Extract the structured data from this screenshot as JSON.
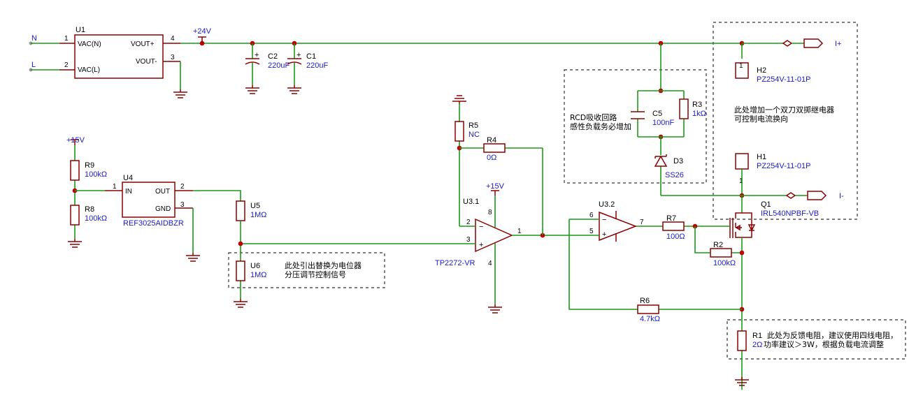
{
  "components": {
    "U1": {
      "ref": "U1",
      "pin_vacn": "VAC(N)",
      "pin_vacl": "VAC(L)",
      "pin_voutp": "VOUT+",
      "pin_voutm": "VOUT-",
      "n1": "1",
      "n2": "2",
      "n4": "4",
      "n3": "3"
    },
    "U4": {
      "ref": "U4",
      "value": "REF3025AIDBZR",
      "pin_in": "IN",
      "pin_out": "OUT",
      "pin_gnd": "GND",
      "n1": "1",
      "n2": "2",
      "n3": "3"
    },
    "C2": {
      "ref": "C2",
      "value": "220uF"
    },
    "C1": {
      "ref": "C1",
      "value": "220uF"
    },
    "R9": {
      "ref": "R9",
      "value": "100kΩ"
    },
    "R8": {
      "ref": "R8",
      "value": "100kΩ"
    },
    "U5": {
      "ref": "U5",
      "value": "1MΩ"
    },
    "U6": {
      "ref": "U6",
      "value": "1MΩ"
    },
    "R5": {
      "ref": "R5",
      "value": "NC"
    },
    "R4": {
      "ref": "R4",
      "value": "0Ω"
    },
    "U31": {
      "ref": "U3.1",
      "value": "TP2272-VR",
      "n1": "1",
      "n2": "2",
      "n3": "3",
      "n4": "4",
      "n8": "8"
    },
    "U32": {
      "ref": "U3.2",
      "n5": "5",
      "n6": "6",
      "n7": "7"
    },
    "R7": {
      "ref": "R7",
      "value": "100Ω"
    },
    "R2": {
      "ref": "R2",
      "value": "100kΩ"
    },
    "R6": {
      "ref": "R6",
      "value": "4.7kΩ"
    },
    "R3": {
      "ref": "R3",
      "value": "1kΩ"
    },
    "C5": {
      "ref": "C5",
      "value": "100nF"
    },
    "D3": {
      "ref": "D3",
      "value": "SS26"
    },
    "H2": {
      "ref": "H2",
      "value": "PZ254V-11-01P",
      "pin": "1"
    },
    "H1": {
      "ref": "H1",
      "value": "PZ254V-11-01P",
      "pin": "1"
    },
    "Q1": {
      "ref": "Q1",
      "value": "IRL540NPBF-VB"
    },
    "R1": {
      "ref": "R1",
      "value": "2Ω"
    }
  },
  "nets": {
    "n_label": "N",
    "l_label": "L",
    "v24": "+24V",
    "v15a": "+15V",
    "v15b": "+15V",
    "i_plus": "I+",
    "i_minus": "I-"
  },
  "notes": {
    "rcd_line1": "RCD吸收回路",
    "rcd_line2": "感性负载务必增加",
    "relay_line1": "此处增加一个双刀双掷继电器",
    "relay_line2": "可控制电流换向",
    "pot_line1": "此处引出替换为电位器",
    "pot_line2": "分压调节控制信号",
    "r1_line1": "此处为反馈电阻，建议使用四线电阻，",
    "r1_line2": "功率建议＞3W，根据负载电流调整"
  }
}
